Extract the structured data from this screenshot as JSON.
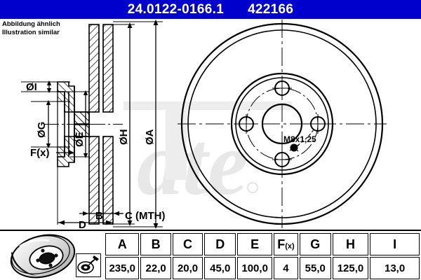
{
  "header": {
    "part_number": "24.0122-0166.1",
    "article_number": "422166",
    "background_color": "#0000CC",
    "text_color": "#FFFFFF"
  },
  "note": {
    "line_de": "Abbildung ähnlich",
    "line_en": "Illustration similar"
  },
  "drawing": {
    "watermark": "ate",
    "section_view": {
      "labels": {
        "i": "ØI",
        "g": "ØG",
        "e": "ØE",
        "h": "ØH",
        "a": "ØA",
        "fx": "F(x)",
        "b": "B",
        "c": "C (MTH)",
        "d": "D"
      }
    },
    "face_view": {
      "thread_spec": "M8x1,25"
    }
  },
  "table": {
    "headers": [
      "A",
      "B",
      "C",
      "D",
      "E",
      "F",
      "G",
      "H",
      "I"
    ],
    "f_header_main": "F",
    "f_header_sub": "(x)",
    "values": [
      "235,0",
      "22,0",
      "20,0",
      "45,0",
      "100,0",
      "4",
      "55,0",
      "125,0",
      "13,0"
    ]
  },
  "icons": {
    "disc_photo": "brake-disc-photo",
    "measure_icon": "caliper-measurement-icon"
  }
}
